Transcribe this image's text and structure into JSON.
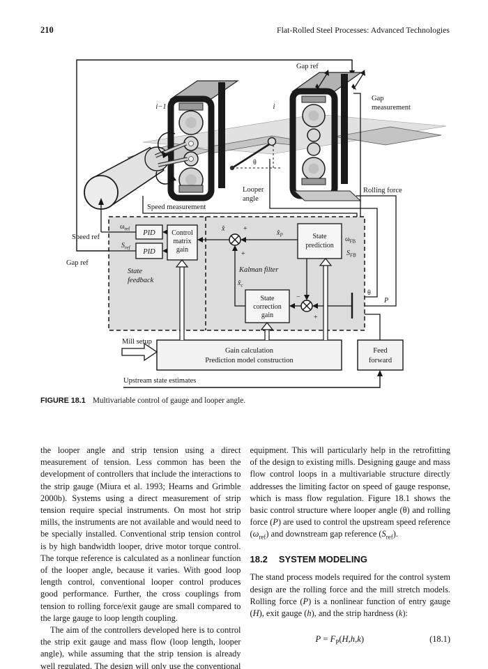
{
  "header": {
    "page_number": "210",
    "running_title": "Flat-Rolled Steel Processes: Advanced Technologies"
  },
  "figure": {
    "caption_label": "FIGURE 18.1",
    "caption_text": "Multivariable control of gauge and looper angle.",
    "colors": {
      "panel_fill": "#dcdcdc",
      "block_fill": "#f5f5f5",
      "frame": "#1a1a1a"
    },
    "labels": {
      "gap_ref_top": "Gap ref",
      "gap_measurement_1": "Gap",
      "gap_measurement_2": "measurement",
      "stand_left": "i−1",
      "stand_right": "i",
      "theta_mill": "θ",
      "looper_angle_1": "Looper",
      "looper_angle_2": "angle",
      "rolling_force": "Rolling force",
      "speed_measurement": "Speed measurement",
      "speed_ref": "Speed ref",
      "gap_ref_left": "Gap ref",
      "omega_ref": {
        "main": "ω",
        "sub": "ref"
      },
      "s_ref": {
        "main": "S",
        "sub": "ref"
      },
      "omega_fb": {
        "main": "ω",
        "sub": "FB"
      },
      "s_fb": {
        "main": "S",
        "sub": "FB"
      },
      "xhat": {
        "main": "x̂",
        "sub": ""
      },
      "xhat_p": {
        "main": "x̂",
        "sub": "P"
      },
      "xhat_c": {
        "main": "x̂",
        "sub": "c"
      },
      "plus_top": "+",
      "plus_bottom": "+",
      "minus": "−",
      "plus_sum2": "+",
      "state_feedback_1": "State",
      "state_feedback_2": "feedback",
      "kalman_filter": "Kalman filter",
      "theta_bus": "θ",
      "p_bus": "P",
      "mill_setup": "Mill setup",
      "upstream": "Upstream state estimates"
    },
    "blocks": {
      "pid1": "PID",
      "pid2": "PID",
      "control_matrix_gain": [
        "Control",
        "matrix",
        "gain"
      ],
      "state_prediction": [
        "State",
        "prediction"
      ],
      "state_correction_gain": [
        "State",
        "correction",
        "gain"
      ],
      "gain_calculation": [
        "Gain calculation",
        "Prediction model construction"
      ],
      "feed_forward": [
        "Feed",
        "forward"
      ]
    }
  },
  "body": {
    "left": {
      "para1": "the looper angle and strip tension using a direct measurement of tension. Less common has been the development of controllers that include the interactions to the strip gauge (Miura et al. 1993; Hearns and Grimble 2000b). Systems using a direct measurement of strip tension require special instruments. On most hot strip mills, the instruments are not available and would need to be specially installed. Conventional strip tension control is by high bandwidth looper, drive motor torque control. The torque reference is calculated as a nonlinear function of the looper angle, because it varies. With good loop length control, conventional looper control produces good performance. Further, the cross couplings from tension to rolling force/exit gauge are small compared to the large gauge to loop length coupling.",
      "para2": "The aim of the controllers developed here is to control the strip exit gauge and mass flow (loop length, looper angle), while assuming that the strip tension is already well regulated. The design will only use the conventional hot strip mill"
    },
    "right": {
      "para1": "equipment. This will particularly help in the retrofitting of the design to existing mills. Designing gauge and mass flow control loops in a multivariable structure directly addresses the limiting factor on speed of gauge response, which is mass flow regulation. Figure 18.1 shows the basic control structure where looper angle (θ) and rolling force (*P*) are used to control the upstream speed reference (*ω*~ref~) and downstream gap reference (*S*~ref~).",
      "section_number": "18.2",
      "section_title": "SYSTEM MODELING",
      "para2": "The stand process models required for the control system design are the rolling force and the mill stretch models. Rolling force (*P*) is a nonlinear function of entry gauge (*H*), exit gauge (*h*), and the strip hardness (*k*):",
      "equation": "*P* = *F*~P~(*H*,*h*,*k*)",
      "equation_number": "(18.1)"
    }
  }
}
